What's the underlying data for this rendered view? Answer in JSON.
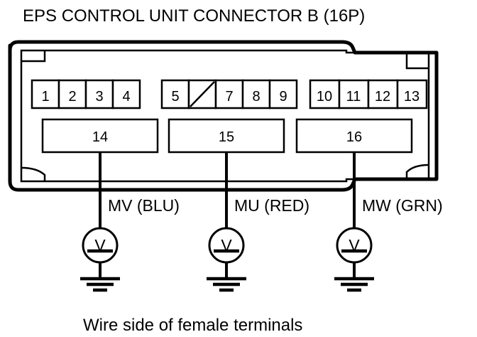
{
  "title": "EPS CONTROL UNIT CONNECTOR B (16P)",
  "caption": "Wire side of female terminals",
  "connector": {
    "name": "EPS CONTROL UNIT CONNECTOR B",
    "pin_count": "16P",
    "pin_groups": [
      {
        "group": "left",
        "pins": [
          {
            "label": "1",
            "blank": false
          },
          {
            "label": "2",
            "blank": false
          },
          {
            "label": "3",
            "blank": false
          },
          {
            "label": "4",
            "blank": false
          }
        ]
      },
      {
        "group": "middle",
        "pins": [
          {
            "label": "5",
            "blank": false
          },
          {
            "label": "",
            "blank": true
          },
          {
            "label": "7",
            "blank": false
          },
          {
            "label": "8",
            "blank": false
          },
          {
            "label": "9",
            "blank": false
          }
        ]
      },
      {
        "group": "right",
        "pins": [
          {
            "label": "10",
            "blank": false
          },
          {
            "label": "11",
            "blank": false
          },
          {
            "label": "12",
            "blank": false
          },
          {
            "label": "13",
            "blank": false
          }
        ]
      }
    ],
    "large_terminals": [
      {
        "label": "14"
      },
      {
        "label": "15"
      },
      {
        "label": "16"
      }
    ]
  },
  "measurements": [
    {
      "terminal": "14",
      "label": "MV (BLU)",
      "meter": "V",
      "ground": true
    },
    {
      "terminal": "15",
      "label": "MU (RED)",
      "meter": "V",
      "ground": true
    },
    {
      "terminal": "16",
      "label": "MW (GRN)",
      "meter": "V",
      "ground": true
    }
  ],
  "meter_symbol": "V",
  "colors": {
    "line": "#000000",
    "background": "#ffffff"
  }
}
